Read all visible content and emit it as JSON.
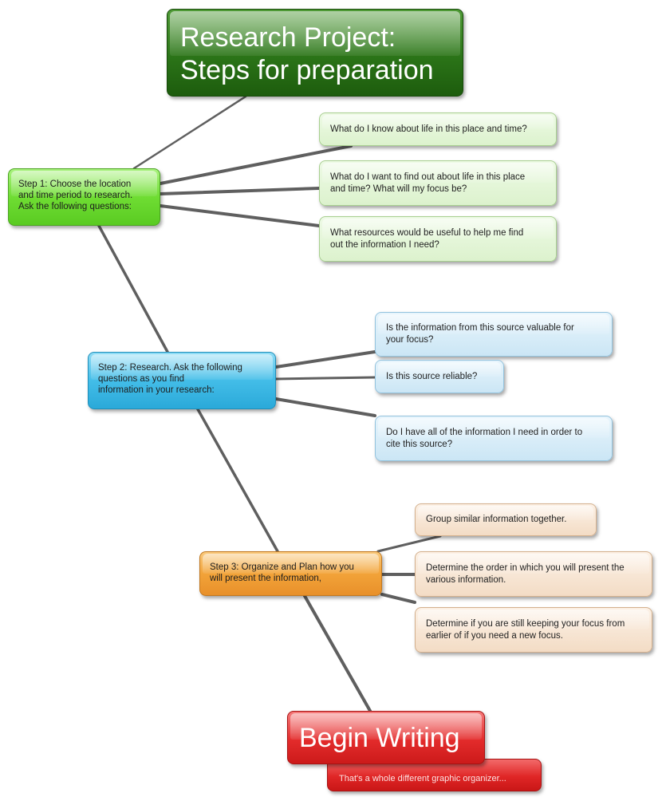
{
  "title": {
    "text": "Research Project:\nSteps for preparation"
  },
  "steps": [
    {
      "label": "Step 1: Choose the location\nand time period to research.\nAsk the following questions:",
      "color": "#6fdd33",
      "questions": [
        "What do I know about life in this place and time?",
        "What do I want to find out about life in this place\nand time?  What will my focus be?",
        "What resources would be useful to help me find\nout the information I need?"
      ]
    },
    {
      "label": "Step 2: Research.  Ask the following\nquestions as you find\ninformation in your research:",
      "color": "#43bde8",
      "questions": [
        "Is the information from this source valuable for\nyour focus?",
        "Is this source reliable?",
        "Do I have all of the information I need in order to\ncite this source?"
      ]
    },
    {
      "label": "Step 3: Organize and Plan how you\nwill present the information,",
      "color": "#f2a339",
      "questions": [
        "Group similar information together.",
        "Determine the order in which you will present the\nvarious information.",
        "Determine if you are still keeping your focus from\nearlier of if you need a new focus."
      ]
    }
  ],
  "final": {
    "label": "Begin Writing",
    "note": "That's a whole different graphic organizer...",
    "color": "#e02626"
  },
  "colors": {
    "title": "#2b7418",
    "connector": "#5f5f5f"
  }
}
